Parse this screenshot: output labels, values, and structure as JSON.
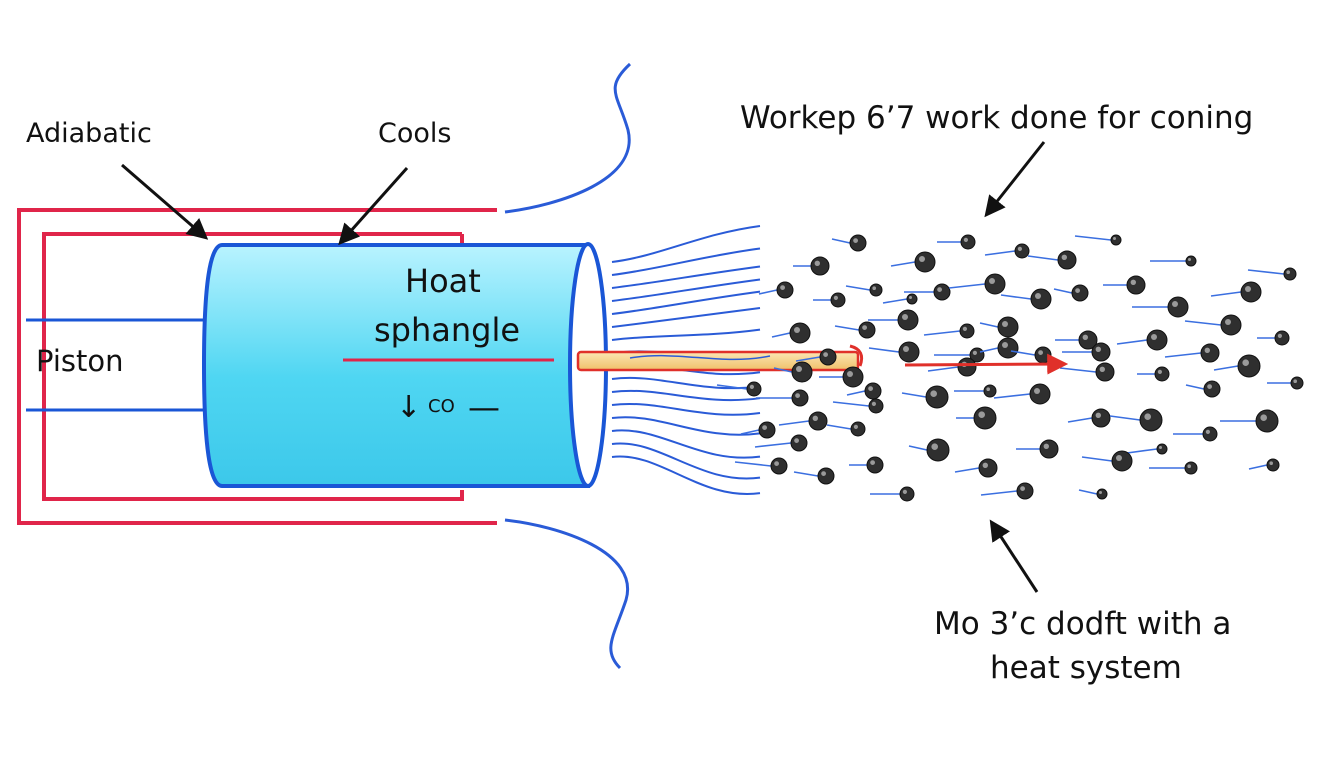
{
  "labels": {
    "adiabatic": "Adiabatic",
    "cools": "Cools",
    "piston": "Piston",
    "heat_line1": "Hoat",
    "heat_line2": "sphangle",
    "down_arrow": "↓",
    "co": "CO",
    "dash": "—",
    "work": "Workep 6’7 work done for coning",
    "mo_line1": "Mo 3’c dodft with a",
    "mo_line2": "heat system"
  },
  "colors": {
    "housing": "#e0254a",
    "cylinder_fill_top": "#b9f3ff",
    "cylinder_fill_mid": "#5cd8f2",
    "cylinder_stroke": "#1a56d6",
    "flow_line": "#2a5bd7",
    "particle": "#333333",
    "rod_fill": "#f6d28a",
    "arrow_red": "#e0302a",
    "arrow_black": "#111111"
  },
  "icons": {
    "label_arrows": "black-arrow-icon",
    "flow_arrow": "red-arrow-icon"
  }
}
